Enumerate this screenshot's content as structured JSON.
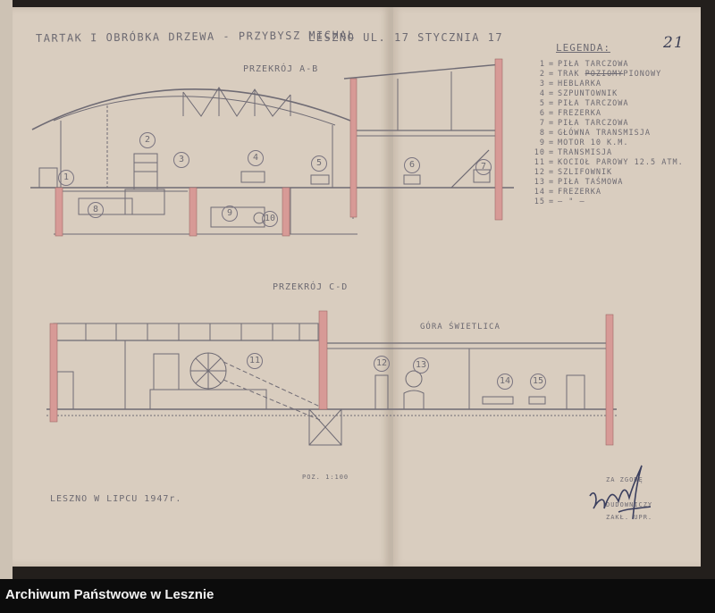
{
  "archive": {
    "footer_label": "Archiwum Państwowe w Lesznie"
  },
  "drawing": {
    "title": "TARTAK I OBRÓBKA DRZEWA - PRZYBYSZ MICHAŁ",
    "address": "LESZNO UL. 17 STYCZNIA 17",
    "page_number": "21",
    "section_1_label": "PRZEKRÓJ A-B",
    "section_2_label": "PRZEKRÓJ C-D",
    "room_label": "GÓRA ŚWIETLICA",
    "scale": "POZ. 1:100",
    "place_date": "LESZNO W LIPCU 1947r.",
    "signature_label_1": "ZA ZGODĘ",
    "signature_label_2": "DUDOWNICZY",
    "signature_label_3": "ZAKŁ. UPR."
  },
  "legend": {
    "title": "LEGENDA:",
    "items": [
      {
        "num": "1",
        "text": "PIŁA TARCZOWA"
      },
      {
        "num": "2",
        "text": "TRAK ",
        "struck": "POZIOMY",
        "after": "PIONOWY"
      },
      {
        "num": "3",
        "text": "HEBLARKA"
      },
      {
        "num": "4",
        "text": "SZPUNTOWNIK"
      },
      {
        "num": "5",
        "text": "PIŁA TARCZOWA"
      },
      {
        "num": "6",
        "text": "FREZERKA"
      },
      {
        "num": "7",
        "text": "PIŁA TARCZOWA"
      },
      {
        "num": "8",
        "text": "GŁÓWNA TRANSMISJA"
      },
      {
        "num": "9",
        "text": "MOTOR 10 K.M."
      },
      {
        "num": "10",
        "text": "TRANSMISJA"
      },
      {
        "num": "11",
        "text": "KOCIOŁ PAROWY 12.5 ATM."
      },
      {
        "num": "12",
        "text": "SZLIFOWNIK"
      },
      {
        "num": "13",
        "text": "PIŁA TAŚMOWA"
      },
      {
        "num": "14",
        "text": "FREZERKA"
      },
      {
        "num": "15",
        "text": "— \" —"
      }
    ]
  },
  "markers": {
    "m1": "1",
    "m2": "2",
    "m3": "3",
    "m4": "4",
    "m5": "5",
    "m6": "6",
    "m7": "7",
    "m8": "8",
    "m9": "9",
    "m10": "10",
    "m11": "11",
    "m12": "12",
    "m13": "13",
    "m14": "14",
    "m15": "15"
  },
  "colors": {
    "paper": "#d9cdbf",
    "ink": "#6d6a72",
    "wall": "#d79a96",
    "footer": "#0c0c0c"
  }
}
